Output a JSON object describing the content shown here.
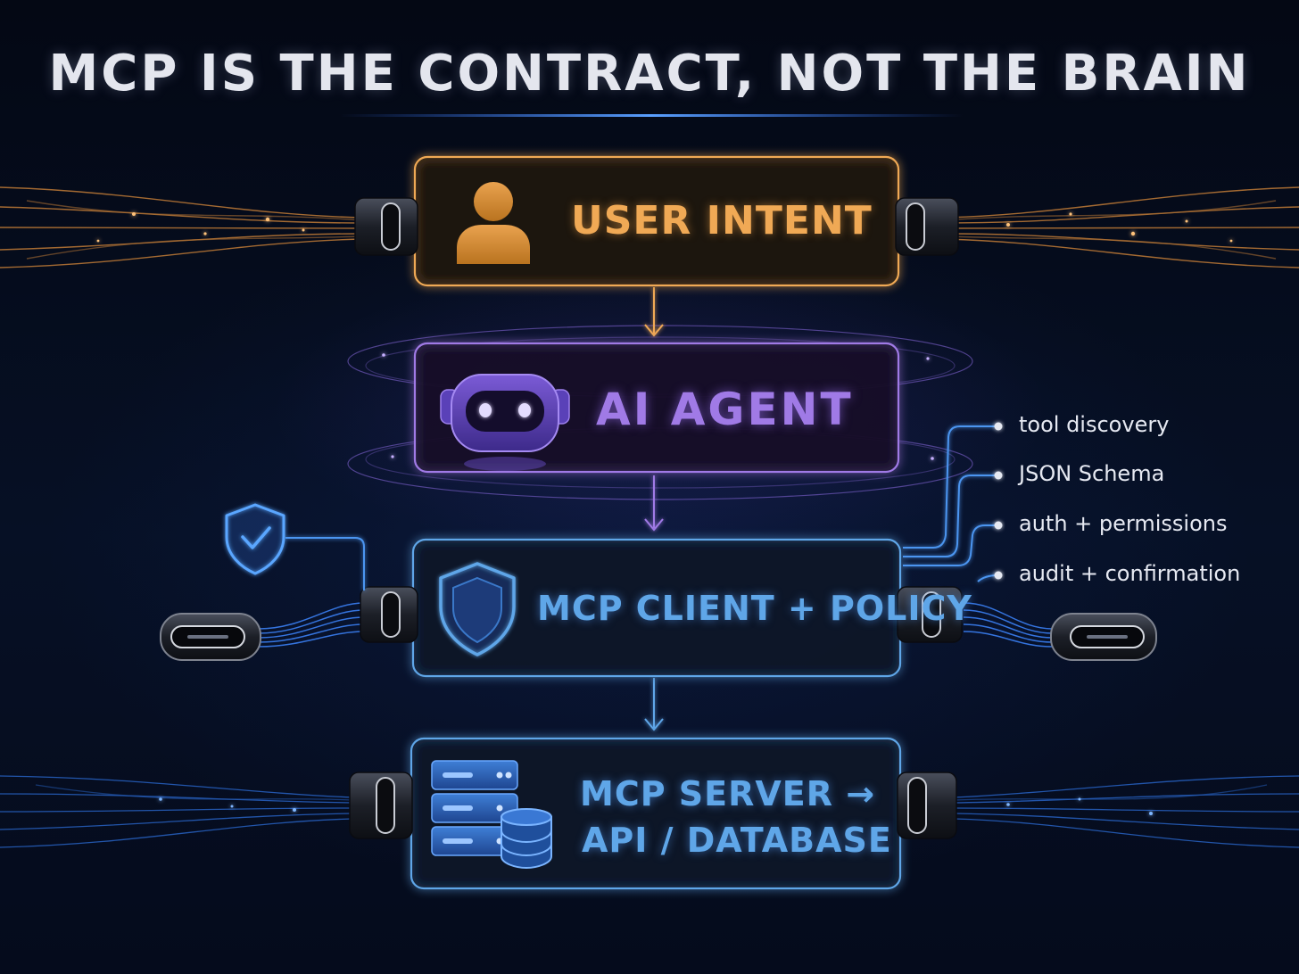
{
  "title": "MCP IS THE CONTRACT, NOT THE BRAIN",
  "nodes": {
    "user_intent": {
      "label": "USER INTENT",
      "icon": "user-icon",
      "color": "#f0a955"
    },
    "ai_agent": {
      "label": "AI AGENT",
      "icon": "robot-icon",
      "color": "#a07ae6"
    },
    "mcp_client": {
      "label": "MCP CLIENT + POLICY",
      "icon": "shield-icon",
      "color": "#5fa6e8"
    },
    "mcp_server": {
      "label_line1": "MCP SERVER →",
      "label_line2": "API / DATABASE",
      "icon": "server-database-icon",
      "color": "#5fa6e8"
    }
  },
  "features": [
    "tool discovery",
    "JSON Schema",
    "auth + permissions",
    "audit + confirmation"
  ],
  "side_badge": {
    "icon": "shield-check-icon"
  }
}
